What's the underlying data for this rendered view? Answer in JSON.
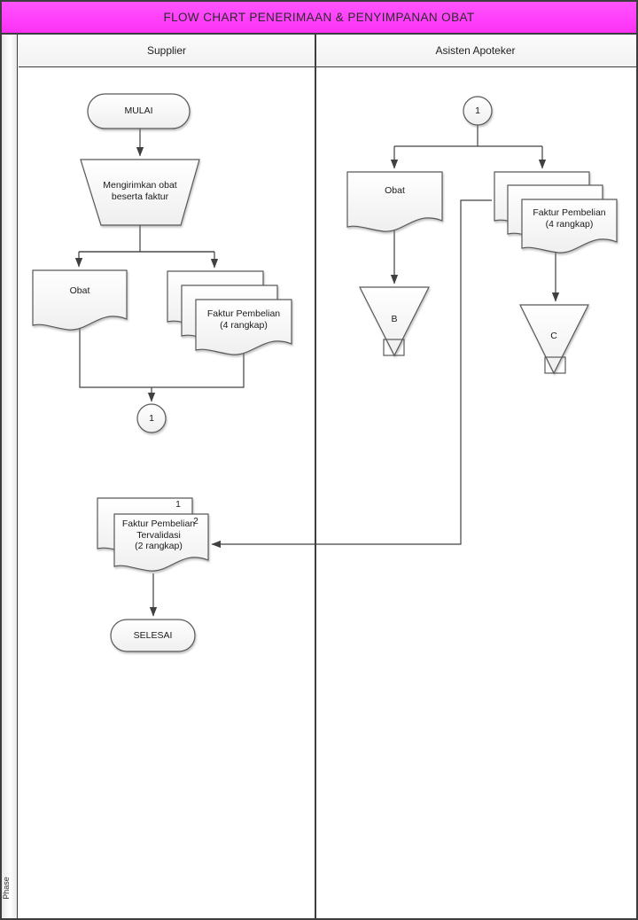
{
  "title": "FLOW CHART PENERIMAAN & PENYIMPANAN OBAT",
  "phase_label": "Phase",
  "lanes": {
    "supplier": "Supplier",
    "apoteker": "Asisten Apoteker"
  },
  "supplier_lane": {
    "start": "MULAI",
    "manual_operation": "Mengirimkan obat\nbeserta faktur",
    "document_obat": "Obat",
    "document_faktur": "Faktur Pembelian\n(4 rangkap)",
    "connector": "1",
    "document_faktur_tervalidasi": "Faktur Pembelian\nTervalidasi\n(2 rangkap)",
    "copy_number_back": "1",
    "copy_number_front": "2",
    "end": "SELESAI"
  },
  "apoteker_lane": {
    "connector": "1",
    "document_obat": "Obat",
    "document_faktur": "Faktur Pembelian\n(4 rangkap)",
    "storage_b": "B",
    "storage_c": "C"
  },
  "colors": {
    "title_bg": "#FF42FB",
    "border": "#3D3D3D",
    "shape_stroke": "#595959",
    "shape_fill_top": "#FFFFFF",
    "shape_fill_bottom": "#EFEFEF",
    "connector_line": "#404040",
    "header_bg": "#F7F7F7",
    "lane_bg": "#FFFFFF"
  }
}
